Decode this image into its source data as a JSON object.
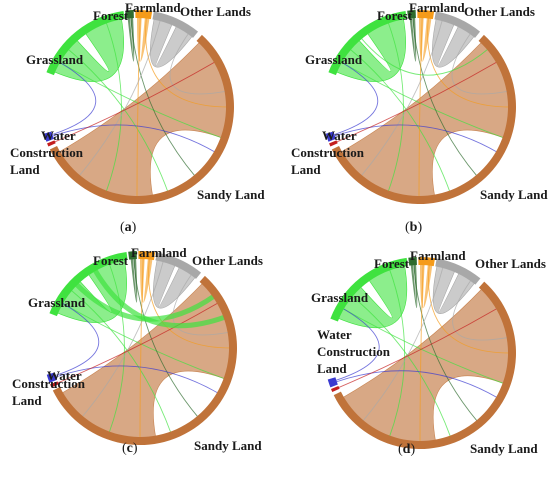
{
  "figure": {
    "panels": [
      {
        "id": "a",
        "caption_open": "(",
        "caption_letter": "a",
        "caption_close": ")"
      },
      {
        "id": "b",
        "caption_open": "(",
        "caption_letter": "b",
        "caption_close": ")"
      },
      {
        "id": "c",
        "caption_open": "(",
        "caption_letter": "c",
        "caption_close": ")"
      },
      {
        "id": "d",
        "caption_open": "(",
        "caption_letter": "d",
        "caption_close": ")"
      }
    ],
    "labels": {
      "forest": "Forest",
      "farmland": "Farmland",
      "other_lands": "Other Lands",
      "grassland": "Grassland",
      "water": "Water",
      "construction_land_1": "Construction",
      "construction_land_2": "Land",
      "sandy_land": "Sandy Land"
    },
    "colors": {
      "grassland": "#3fe23f",
      "forest": "#2e6b2e",
      "farmland": "#f59b1a",
      "other_lands": "#a8a8a8",
      "sandy_land": "#c0733a",
      "water": "#3a3ad0",
      "construction_land": "#c41e1e"
    }
  }
}
